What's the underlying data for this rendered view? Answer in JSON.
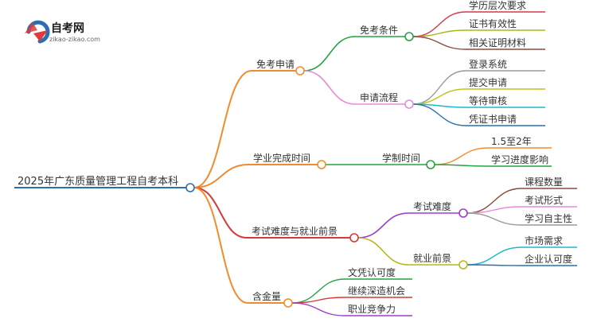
{
  "logo": {
    "title": "自考网",
    "url": "zikao-zikao.com"
  },
  "mindmap": {
    "root": "2025年广东质量管理工程自考本科",
    "branches": [
      {
        "label": "免考申请",
        "color": "#f08c2e",
        "children": [
          {
            "label": "免考条件",
            "color": "#27a244",
            "leaves": [
              {
                "label": "学历层次要求",
                "color": "#d63a4a"
              },
              {
                "label": "证书有效性",
                "color": "#a8b81a"
              },
              {
                "label": "相关证明材料",
                "color": "#8c4a3a"
              }
            ]
          },
          {
            "label": "申请流程",
            "color": "#e88ad6",
            "leaves": [
              {
                "label": "登录系统",
                "color": "#9a9a9a"
              },
              {
                "label": "提交申请",
                "color": "#c2c21a"
              },
              {
                "label": "等待审核",
                "color": "#1fb8c8"
              },
              {
                "label": "凭证书申请",
                "color": "#2a6fb0"
              }
            ]
          }
        ]
      },
      {
        "label": "学业完成时间",
        "color": "#f08c2e",
        "children": [
          {
            "label": "学制时间",
            "color": "#27a244",
            "leaves": [
              {
                "label": "1.5至2年",
                "color": "#f08c2e"
              },
              {
                "label": "学习进度影响",
                "color": "#27a244"
              }
            ]
          }
        ]
      },
      {
        "label": "考试难度与就业前景",
        "color": "#d63a3a",
        "children": [
          {
            "label": "考试难度",
            "color": "#9b3ec8",
            "leaves": [
              {
                "label": "课程数量",
                "color": "#8c4a3a"
              },
              {
                "label": "考试形式",
                "color": "#e88ad6"
              },
              {
                "label": "学习自主性",
                "color": "#9a9a9a"
              }
            ]
          },
          {
            "label": "就业前景",
            "color": "#b8b81a",
            "leaves": [
              {
                "label": "市场需求",
                "color": "#1fb8c8"
              },
              {
                "label": "企业认可度",
                "color": "#2a6fb0"
              }
            ]
          }
        ]
      },
      {
        "label": "含金量",
        "color": "#f08c2e",
        "children": [],
        "leaves": [
          {
            "label": "文凭认可度",
            "color": "#27a244"
          },
          {
            "label": "继续深造机会",
            "color": "#d63a3a"
          },
          {
            "label": "职业竞争力",
            "color": "#9b3ec8"
          }
        ]
      }
    ]
  }
}
